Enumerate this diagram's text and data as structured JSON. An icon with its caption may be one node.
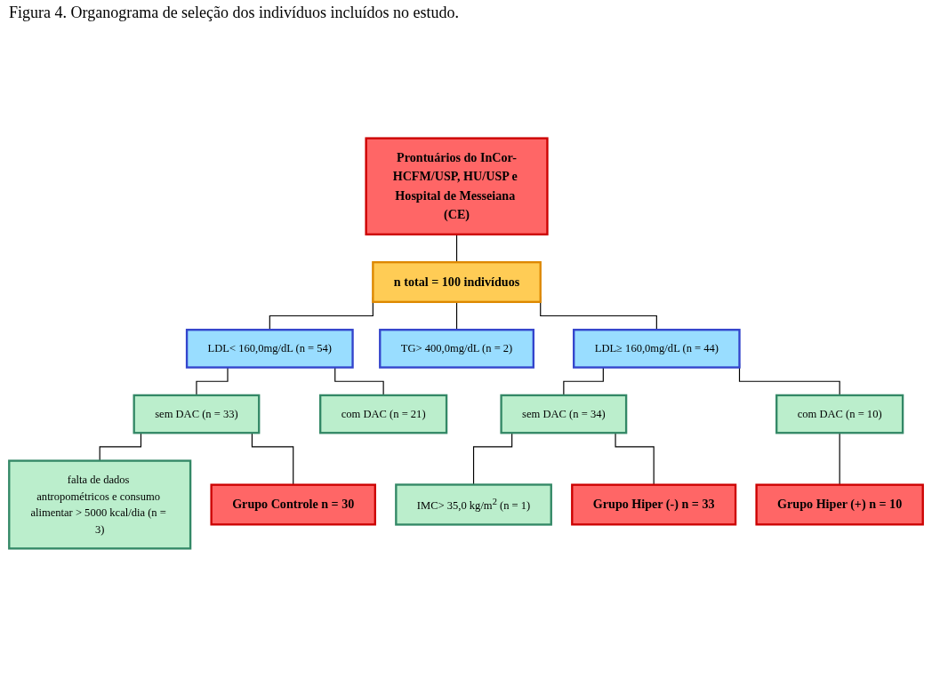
{
  "diagram": {
    "title": "Figura 4. Organograma de seleção dos indivíduos incluídos no estudo.",
    "nodes": [
      {
        "text": [
          "Prontuários do InCor-HCFM/USP, HU/USP e Hospital de Messeiana (CE)"
        ]
      },
      {
        "text": [
          "n total = 100 indivíduos"
        ]
      },
      {
        "text": [
          "LDL< 160,0mg/dL (n = 54)"
        ]
      },
      {
        "text": [
          "TG> 400,0mg/dL (n = 2)"
        ]
      },
      {
        "text": [
          "LDL≥ 160,0mg/dL (n = 44)"
        ]
      },
      {
        "text": [
          "sem DAC (n = 33)"
        ]
      },
      {
        "text": [
          "com DAC (n = 21)"
        ]
      },
      {
        "text": [
          "sem DAC (n = 34)"
        ]
      },
      {
        "text": [
          "com DAC (n = 10)"
        ]
      },
      {
        "text": [
          "falta de dados antropométricos e consumo alimentar > 5000 kcal/dia (n = 3)"
        ]
      },
      {
        "text": [
          "IMC> 35,0 kg/m$^{2}$ (n = 1)"
        ]
      },
      {
        "text": [
          "Grupo Controle n = 30"
        ]
      },
      {
        "text": [
          "Grupo Hiper (-) n = 33"
        ]
      },
      {
        "text": [
          "Grupo Hiper (+) n = 10"
        ]
      }
    ],
    "edges": [
      {
        "from": 0,
        "to": 1,
        "arrow": "none"
      },
      {
        "from": 1,
        "to": 2,
        "arrow": "none"
      },
      {
        "from": 1,
        "to": 3,
        "arrow": "none"
      },
      {
        "from": 1,
        "to": 4,
        "arrow": "none"
      },
      {
        "from": 2,
        "to": 5,
        "arrow": "none"
      },
      {
        "from": 2,
        "to": 6,
        "arrow": "none"
      },
      {
        "from": 4,
        "to": 7,
        "arrow": "none"
      },
      {
        "from": 4,
        "to": 8,
        "arrow": "none"
      },
      {
        "from": 5,
        "to": 9,
        "arrow": "none"
      },
      {
        "from": 5,
        "to": 11,
        "arrow": "none"
      },
      {
        "from": 7,
        "to": 10,
        "arrow": "none"
      },
      {
        "from": 7,
        "to": 12,
        "arrow": "none"
      },
      {
        "from": 8,
        "to": 13,
        "arrow": "none"
      }
    ]
  }
}
